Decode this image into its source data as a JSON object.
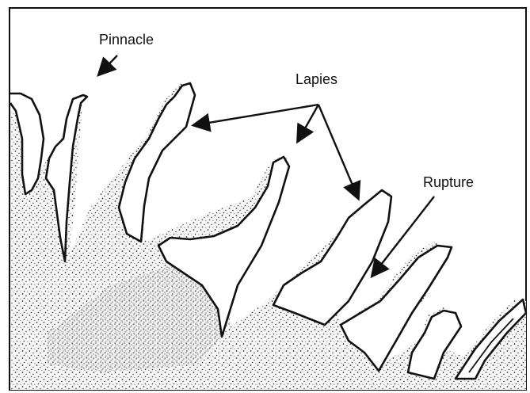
{
  "labels": {
    "pinnacle": "Pinnacle",
    "lapies": "Lapies",
    "rupture": "Rupture"
  },
  "colors": {
    "ink": "#111111",
    "stipple": "#333333",
    "background": "#ffffff"
  }
}
